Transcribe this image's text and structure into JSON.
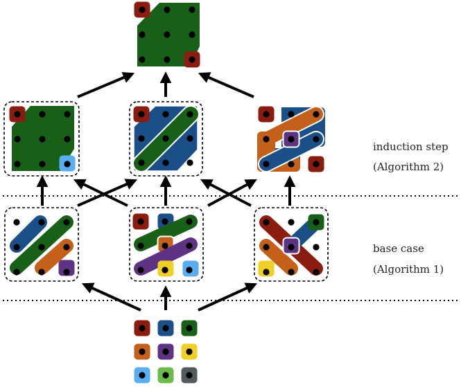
{
  "labels": {
    "induction_line1": "induction step",
    "induction_line2": "(Algorithm 2)",
    "base_line1": "base case",
    "base_line2": "(Algorithm 1)"
  },
  "colors": {
    "red": "#8a1c10",
    "blue": "#1b4f88",
    "green": "#186018",
    "orange": "#c5601a",
    "purple": "#5e3384",
    "yellow": "#f0d026",
    "lightblue": "#58aef0",
    "lightgreen": "#6cbc4c",
    "gray": "#545b60",
    "dot": "#000000"
  }
}
